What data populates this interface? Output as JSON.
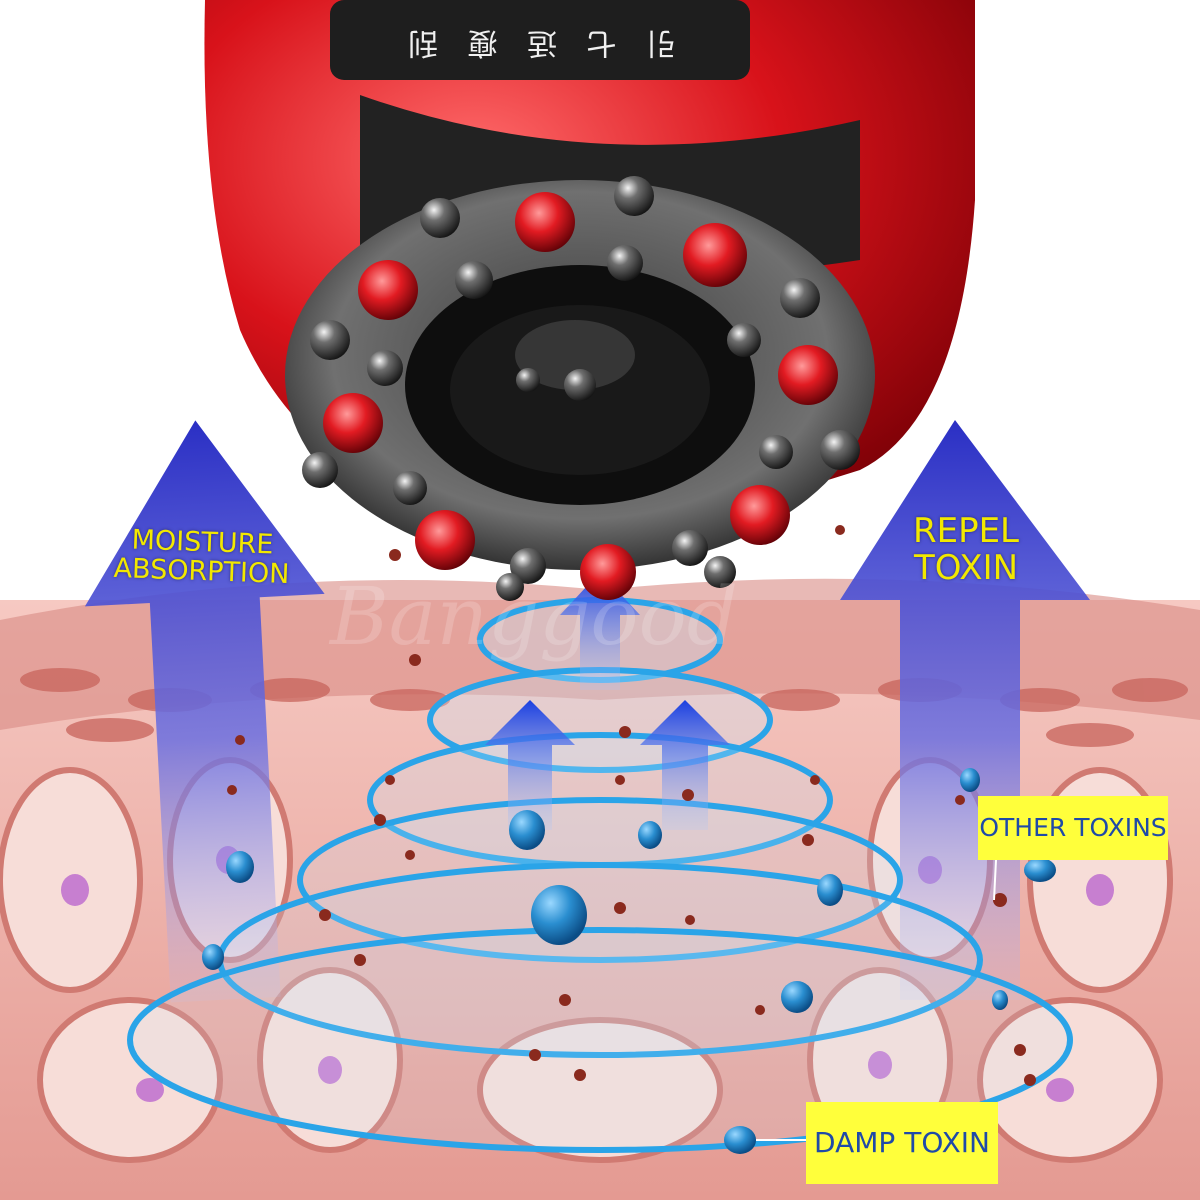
{
  "labels": {
    "moisture_line1": "MOISTURE",
    "moisture_line2": "ABSORPTION",
    "repel_line1": "REPEL",
    "repel_line2": "TOXIN",
    "other_toxins": "OTHER TOXINS",
    "damp_toxin": "DAMP TOXIN"
  },
  "device_text": "引 七 适 瘦 刮",
  "watermark": "Banggood",
  "colors": {
    "device_red": "#d10f17",
    "arrow_blue": "#2a2fc4",
    "label_yellow": "#f2e800",
    "tag_yellow": "#ffff3b",
    "tag_text": "#1f4aa8",
    "ring_blue": "#2aa4e8",
    "tissue_pink": "#e9a39a"
  },
  "icons": [
    "device-head-image",
    "moisture-arrow-icon",
    "repel-arrow-icon",
    "blue-upward-arrow-icon",
    "droplet-icon",
    "toxin-dot-icon"
  ]
}
